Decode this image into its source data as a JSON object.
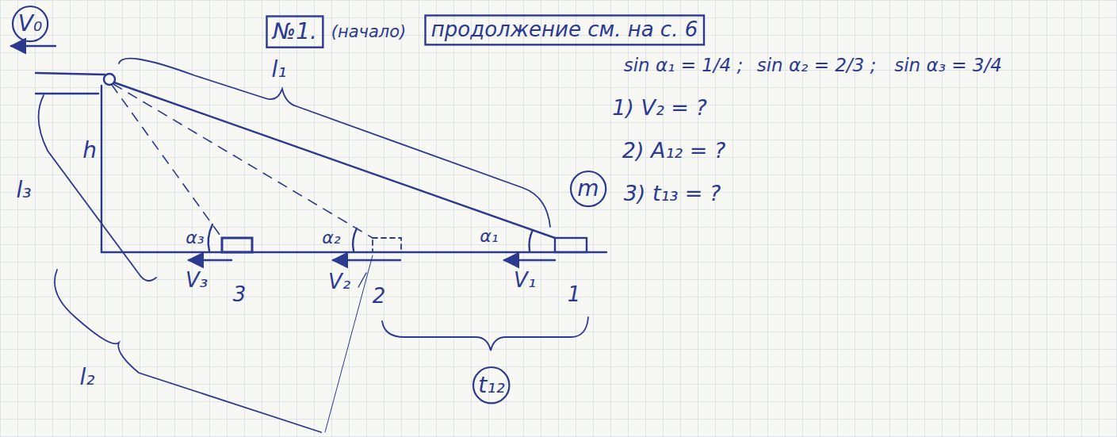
{
  "diagram": {
    "nodes": [
      {
        "text": [
          "V₀"
        ]
      },
      {
        "text": [
          "№1."
        ]
      },
      {
        "text": [
          "продолжение см. на с. 6"
        ]
      },
      {
        "text": [
          "m"
        ]
      },
      {
        "text": [
          "t₁₂"
        ]
      }
    ],
    "labels": [
      "l₁",
      "h",
      "l₃",
      "α₃",
      "α₂",
      "α₁",
      "V₃",
      "3",
      "V₂",
      "2",
      "V₁",
      "1",
      "l₂",
      "(начало)",
      "sin α₁ = 1/4 ;",
      "sin α₂ = 2/3 ;",
      "sin α₃ = 3/4",
      "1) V₂ = ?",
      "2) A₁₂ = ?",
      "3) t₁₃ = ?"
    ]
  }
}
